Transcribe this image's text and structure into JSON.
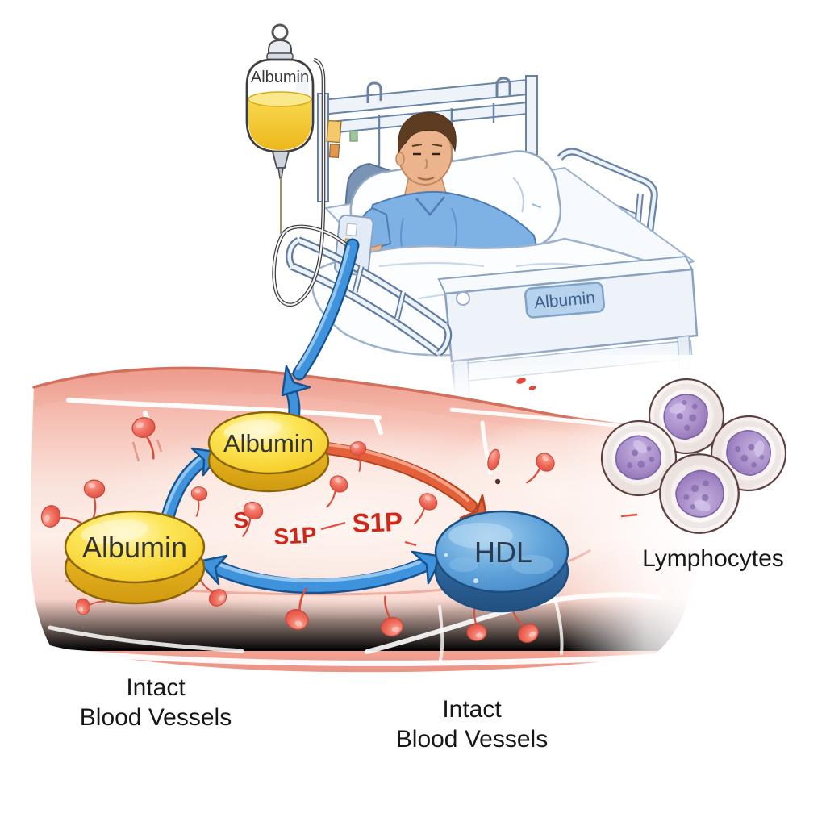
{
  "iv_bag": {
    "label": "Albumin"
  },
  "bed": {
    "footboard_plate_label": "Albumin"
  },
  "vessel": {
    "albumin_upper_label": "Albumin",
    "albumin_lower_label": "Albumin",
    "hdl_label": "HDL",
    "s1p_partial_label": "S",
    "s1p_label_1": "S1P",
    "s1p_label_2": "S1P"
  },
  "captions": {
    "left_line1": "Intact",
    "left_line2": "Blood Vessels",
    "center_line1": "Intact",
    "center_line2": "Blood Vessels",
    "lymphocytes": "Lymphocytes"
  },
  "colors": {
    "albumin_yellow": "#f8d431",
    "hdl_blue": "#4f9ad8",
    "arrow_blue": "#3f93dc",
    "arrow_orange": "#e2613a",
    "s1p_red": "#d02818",
    "vessel_pink": "#f3aca0",
    "lymphocyte_purple": "#a78cc8",
    "bed_line": "#6883a6"
  }
}
